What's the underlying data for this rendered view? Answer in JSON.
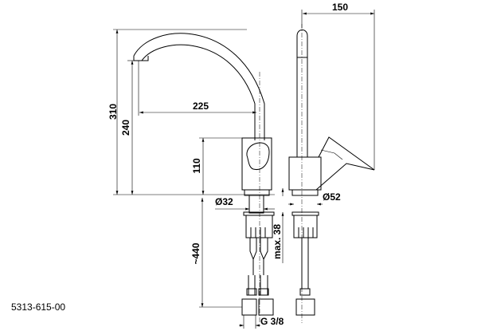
{
  "dimensions": {
    "total_height": "310",
    "spout_height": "240",
    "spout_reach": "225",
    "body_height": "110",
    "depth": "150",
    "shank_diameter": "Ø32",
    "base_diameter": "Ø52",
    "max_deck_thickness": "max. 38",
    "hose_length": "~440",
    "thread": "G 3/8"
  },
  "part_number": "5313-615-00"
}
